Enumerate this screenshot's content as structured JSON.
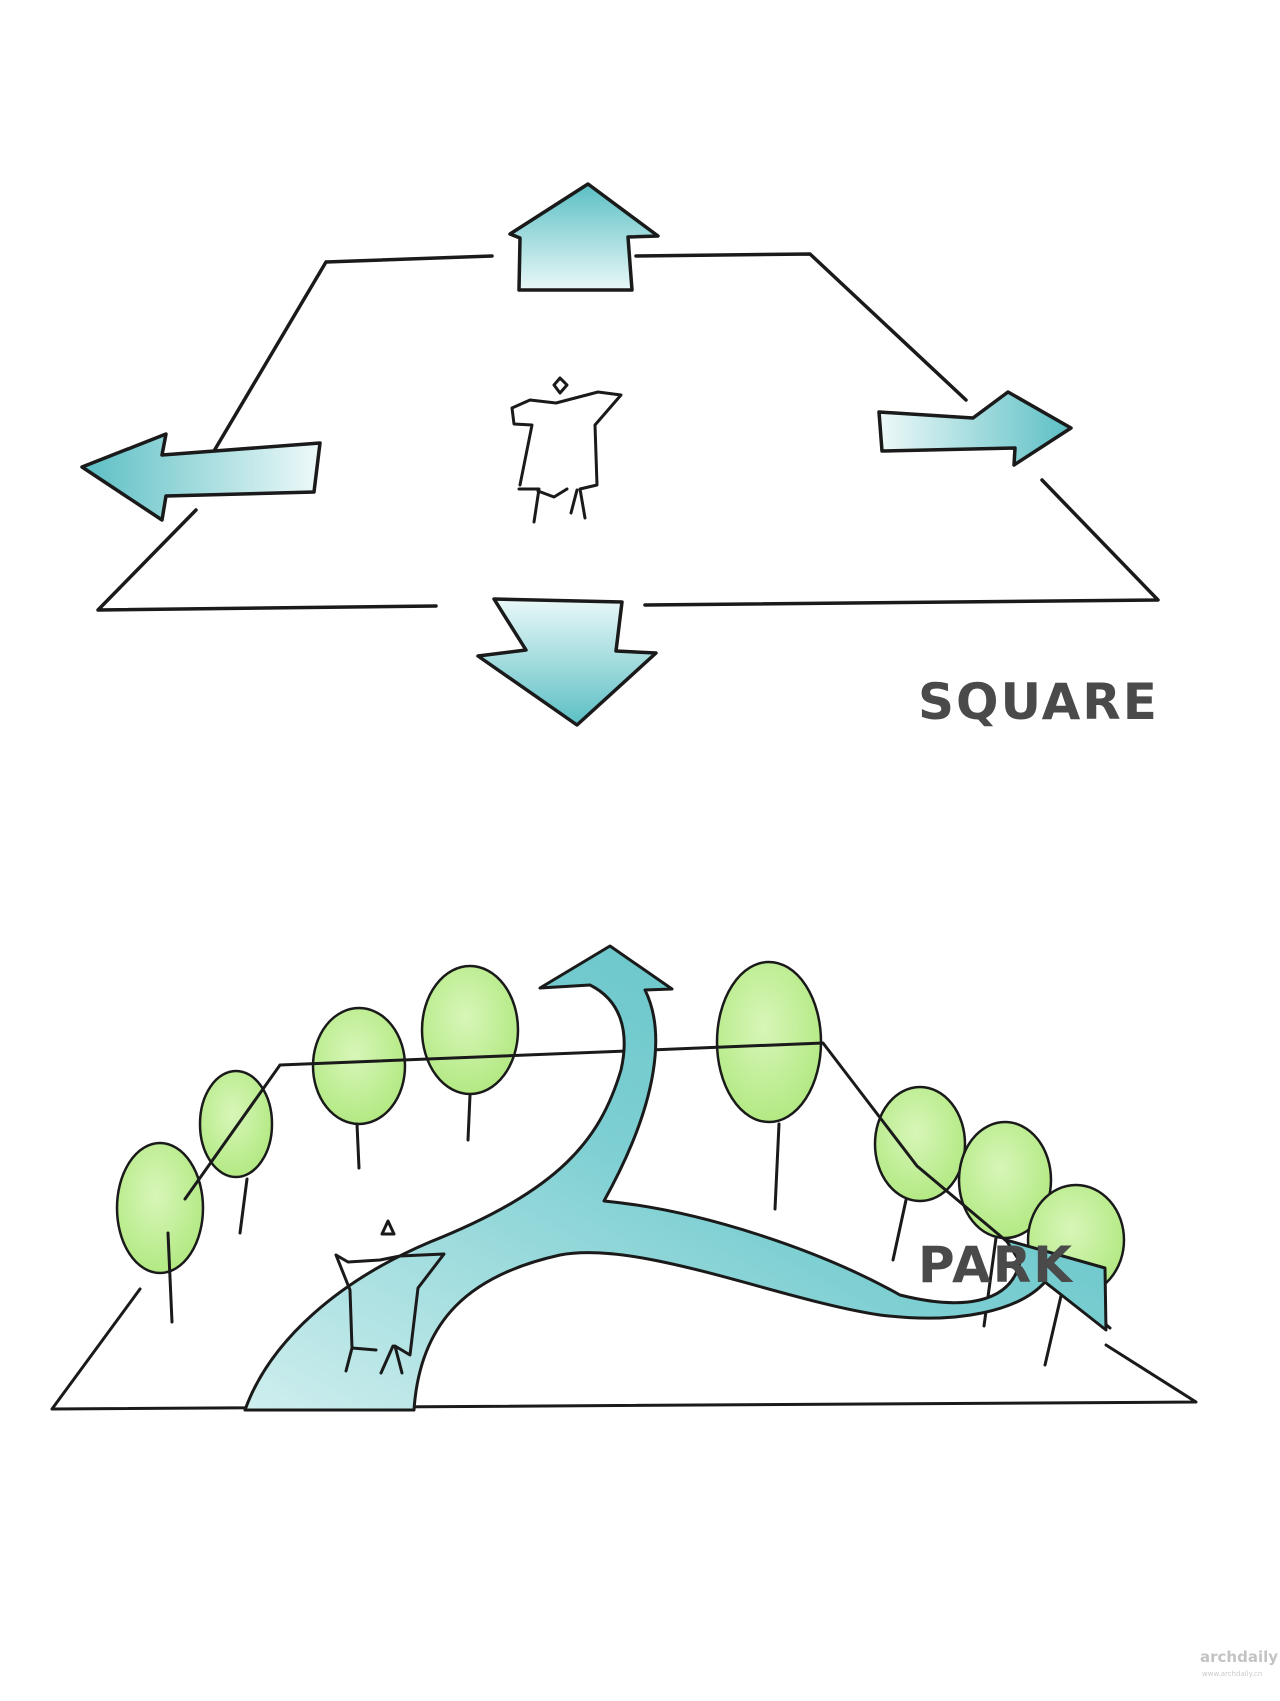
{
  "diagram": {
    "square": {
      "label": "SQUARE"
    },
    "park": {
      "label": "PARK"
    }
  },
  "watermark": {
    "text": "archdaily",
    "subtext": "www.archdaily.cn"
  },
  "colors": {
    "ink": "#1a1a1a",
    "arrow_teal": "#5bbfc4",
    "arrow_light": "#e4f6f6",
    "tree_green": "#b9ec8a",
    "label_gray": "#4a4a4a"
  },
  "icons": [
    "arrow-up-icon",
    "arrow-down-icon",
    "arrow-left-icon",
    "arrow-right-icon",
    "person-icon",
    "tree-icon"
  ]
}
